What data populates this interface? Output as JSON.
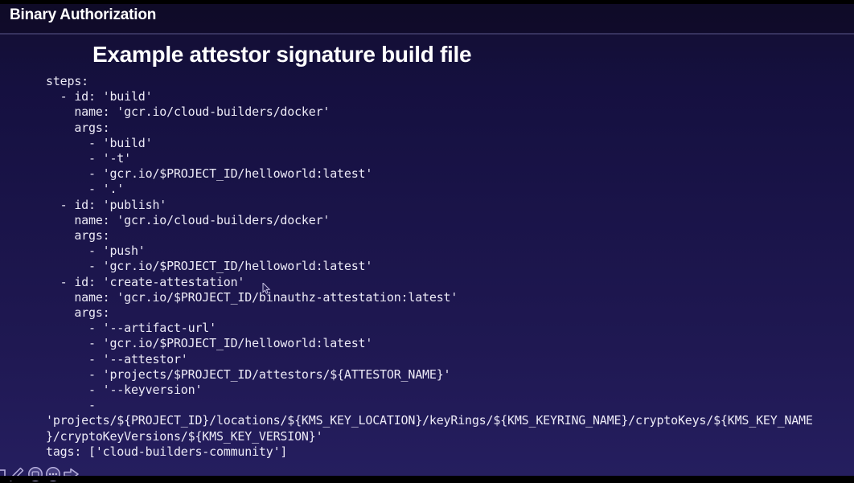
{
  "window": {
    "title": "Binary Authorization"
  },
  "slide": {
    "title": "Example attestor signature build file"
  },
  "code": {
    "language": "yaml",
    "text": "steps:\n  - id: 'build'\n    name: 'gcr.io/cloud-builders/docker'\n    args:\n      - 'build'\n      - '-t'\n      - 'gcr.io/$PROJECT_ID/helloworld:latest'\n      - '.'\n  - id: 'publish'\n    name: 'gcr.io/cloud-builders/docker'\n    args:\n      - 'push'\n      - 'gcr.io/$PROJECT_ID/helloworld:latest'\n  - id: 'create-attestation'\n    name: 'gcr.io/$PROJECT_ID/binauthz-attestation:latest'\n    args:\n      - '--artifact-url'\n      - 'gcr.io/$PROJECT_ID/helloworld:latest'\n      - '--attestor'\n      - 'projects/$PROJECT_ID/attestors/${ATTESTOR_NAME}'\n      - '--keyversion'\n      -\n'projects/${PROJECT_ID}/locations/${KMS_KEY_LOCATION}/keyRings/${KMS_KEYRING_NAME}/cryptoKeys/${KMS_KEY_NAME\n}/cryptoKeyVersions/${KMS_KEY_VERSION}'\ntags: ['cloud-builders-community']"
  },
  "annotation_toolbar": {
    "icons": [
      {
        "name": "shape-square-icon"
      },
      {
        "name": "pencil-icon"
      },
      {
        "name": "sticker-circle-icon"
      },
      {
        "name": "more-dots-circle-icon"
      },
      {
        "name": "arrow-right-icon"
      }
    ]
  },
  "colors": {
    "background_top": "#130e31",
    "background_bottom": "#251e5f",
    "separator": "#3d3966",
    "text": "#eceaf6",
    "title_text": "#ffffff",
    "toolbar_icon": "#b7b0dd"
  }
}
